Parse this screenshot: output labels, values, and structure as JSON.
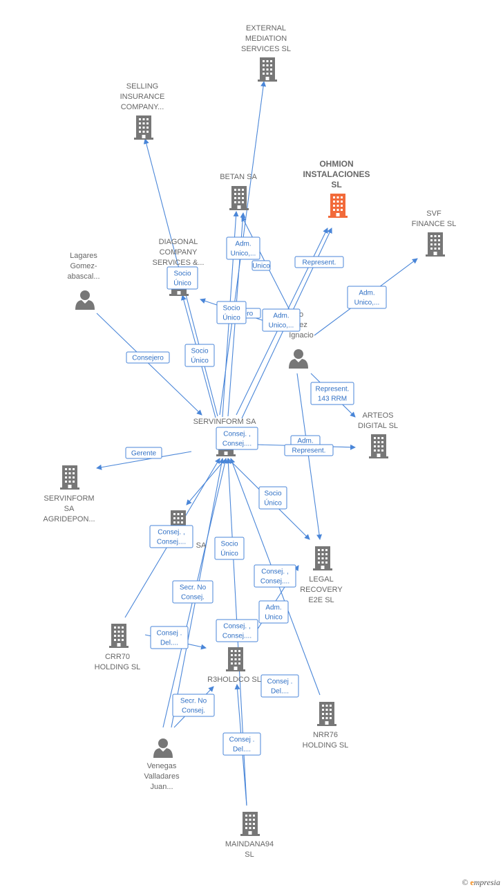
{
  "colors": {
    "edge": "#4a86d8",
    "building": "#777777",
    "highlight": "#f26a3a",
    "person": "#777777"
  },
  "nodes": [
    {
      "id": "external",
      "type": "building",
      "label": [
        "EXTERNAL",
        "MEDIATION",
        "SERVICES  SL"
      ]
    },
    {
      "id": "selling",
      "type": "building",
      "label": [
        "SELLING",
        "INSURANCE",
        "COMPANY..."
      ]
    },
    {
      "id": "betan",
      "type": "building",
      "label": [
        "BETAN SA"
      ]
    },
    {
      "id": "ohmion",
      "type": "building",
      "highlight": true,
      "label": [
        "OHMION",
        "INSTALACIONES",
        "SL"
      ]
    },
    {
      "id": "svf",
      "type": "building",
      "label": [
        "SVF",
        "FINANCE  SL"
      ]
    },
    {
      "id": "diagonal",
      "type": "building",
      "label": [
        "DIAGONAL",
        "COMPANY",
        "SERVICES &..."
      ]
    },
    {
      "id": "lagares",
      "type": "person",
      "label": [
        "Lagares",
        "Gomez-",
        "abascal..."
      ]
    },
    {
      "id": "ignacio",
      "type": "person",
      "label": [
        "o",
        "uez",
        "Ignacio"
      ]
    },
    {
      "id": "servinform",
      "type": "building",
      "label": [
        "SERVINFORM SA"
      ]
    },
    {
      "id": "arteos",
      "type": "building",
      "label": [
        "ARTEOS",
        "DIGITAL  SL"
      ]
    },
    {
      "id": "agridepon",
      "type": "building",
      "label": [
        "SERVINFORM",
        "SA",
        "AGRIDEPON..."
      ]
    },
    {
      "id": "sa2",
      "type": "building",
      "label": [
        "SA"
      ]
    },
    {
      "id": "legal",
      "type": "building",
      "label": [
        "LEGAL",
        "RECOVERY",
        "E2E  SL"
      ]
    },
    {
      "id": "crr70",
      "type": "building",
      "label": [
        "CRR70",
        "HOLDING  SL"
      ]
    },
    {
      "id": "r3holdco",
      "type": "building",
      "label": [
        "R3HOLDCO  SL"
      ]
    },
    {
      "id": "nrr76",
      "type": "building",
      "label": [
        "NRR76",
        "HOLDING  SL"
      ]
    },
    {
      "id": "venegas",
      "type": "person",
      "label": [
        "Venegas",
        "Valladares",
        "Juan..."
      ]
    },
    {
      "id": "maindana",
      "type": "building",
      "label": [
        "MAINDANA94",
        "SL"
      ]
    }
  ],
  "edge_labels": [
    [
      "Adm.",
      "Unico,..."
    ],
    [
      "Unico"
    ],
    [
      "Represent."
    ],
    [
      "Adm.",
      "Unico,..."
    ],
    [
      "Socio",
      "Único"
    ],
    [
      "Socio",
      "Único"
    ],
    [
      "ero"
    ],
    [
      "Adm.",
      "Unico,..."
    ],
    [
      "Consejero"
    ],
    [
      "Socio",
      "Único"
    ],
    [
      "Represent.",
      "143 RRM"
    ],
    [
      "Consej. ,",
      "Consej...."
    ],
    [
      "Gerente"
    ],
    [
      "Adm."
    ],
    [
      "Represent."
    ],
    [
      "Socio",
      "Único"
    ],
    [
      "Consej. ,",
      "Consej...."
    ],
    [
      "Socio",
      "Único"
    ],
    [
      "Consej. ,",
      "Consej...."
    ],
    [
      "Secr.  No",
      "Consej."
    ],
    [
      "Adm.",
      "Unico"
    ],
    [
      "Consej. ,",
      "Consej...."
    ],
    [
      "Consej .",
      "Del...."
    ],
    [
      "Consej .",
      "Del...."
    ],
    [
      "Secr.  No",
      "Consej."
    ],
    [
      "Consej .",
      "Del...."
    ]
  ],
  "brand": {
    "symbol": "©",
    "initial": "e",
    "name": "mpresia"
  }
}
